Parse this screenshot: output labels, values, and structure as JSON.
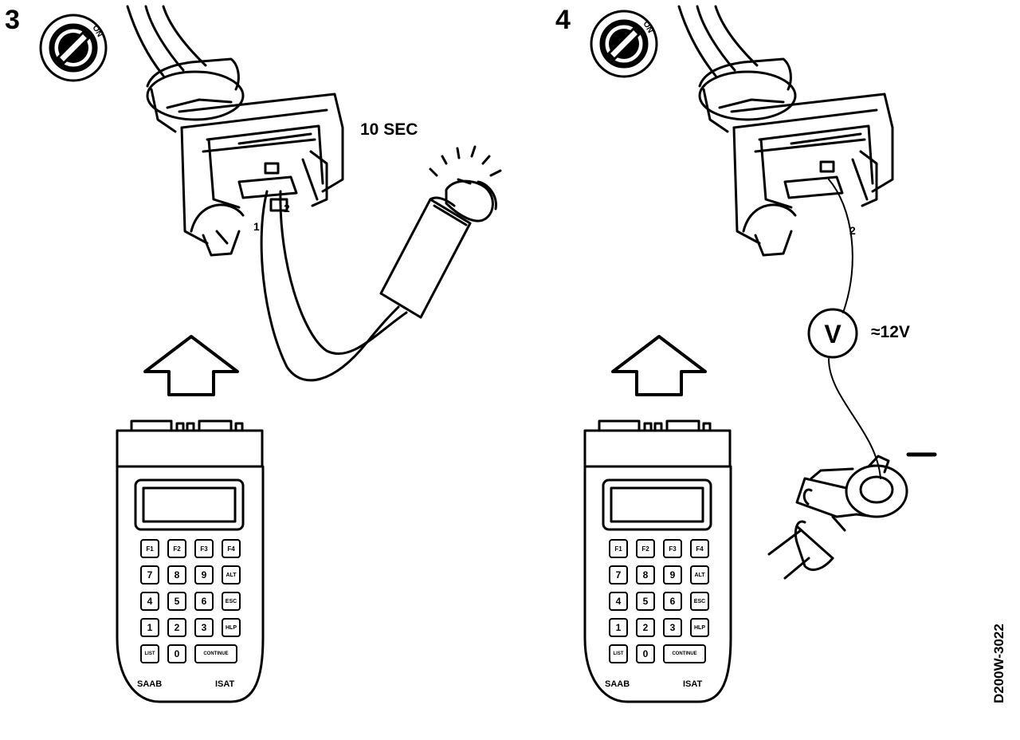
{
  "panels": [
    {
      "step": "3",
      "ignition_label": "ON",
      "time_label": "10 SEC",
      "pin_labels": [
        "1",
        "2"
      ],
      "tester": {
        "keys": [
          [
            "F1",
            "F2",
            "F3",
            "F4"
          ],
          [
            "7",
            "8",
            "9",
            "ALT"
          ],
          [
            "4",
            "5",
            "6",
            "ESC"
          ],
          [
            "1",
            "2",
            "3",
            "HLP"
          ],
          [
            "LIST",
            "0",
            "CONTINUE"
          ]
        ],
        "brand_left": "SAAB",
        "brand_right": "ISAT"
      }
    },
    {
      "step": "4",
      "ignition_label": "ON",
      "pin_labels": [
        "2"
      ],
      "meter_symbol": "V",
      "voltage_label": "≈12V",
      "tester": {
        "keys": [
          [
            "F1",
            "F2",
            "F3",
            "F4"
          ],
          [
            "7",
            "8",
            "9",
            "ALT"
          ],
          [
            "4",
            "5",
            "6",
            "ESC"
          ],
          [
            "1",
            "2",
            "3",
            "HLP"
          ],
          [
            "LIST",
            "0",
            "CONTINUE"
          ]
        ],
        "brand_left": "SAAB",
        "brand_right": "ISAT"
      }
    }
  ],
  "figure_code": "D200W-3022"
}
